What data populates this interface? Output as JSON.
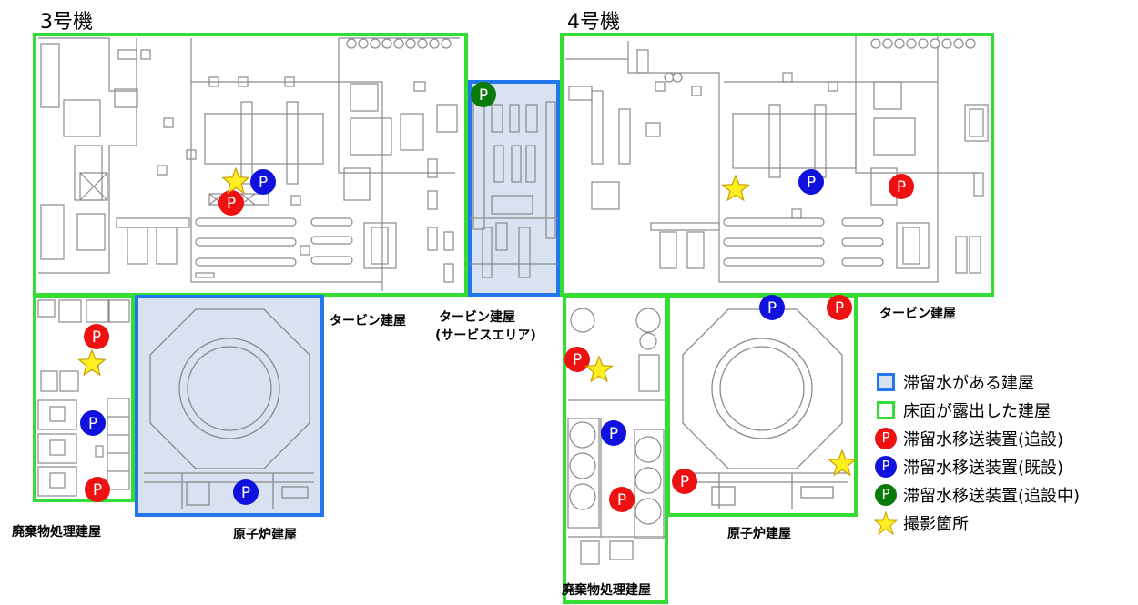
{
  "units": {
    "u3": "3号機",
    "u4": "4号機"
  },
  "labels": {
    "turbine3": "タービン建屋",
    "turbine_service_1": "タービン建屋",
    "turbine_service_2": "(サービスエリア)",
    "turbine4": "タービン建屋",
    "waste3": "廃棄物処理建屋",
    "reactor3": "原子炉建屋",
    "reactor4": "原子炉建屋",
    "waste4": "廃棄物処理建屋"
  },
  "legend": {
    "water_building": "滞留水がある建屋",
    "exposed_building": "床面が露出した建屋",
    "pump_added": "滞留水移送装置(追設)",
    "pump_existing": "滞留水移送装置(既設)",
    "pump_adding": "滞留水移送装置(追設中)",
    "photo_spot": "撮影箇所"
  },
  "pump_letter": "P",
  "colors": {
    "pump_added": "#ee1111",
    "pump_existing": "#1111dd",
    "pump_adding": "#0a7a0a",
    "water_outline": "#2277ee",
    "water_fill": "#d8e2f0",
    "exposed_outline": "#33dd33",
    "star": "#ffee22",
    "star_outline": "#c8a000"
  }
}
